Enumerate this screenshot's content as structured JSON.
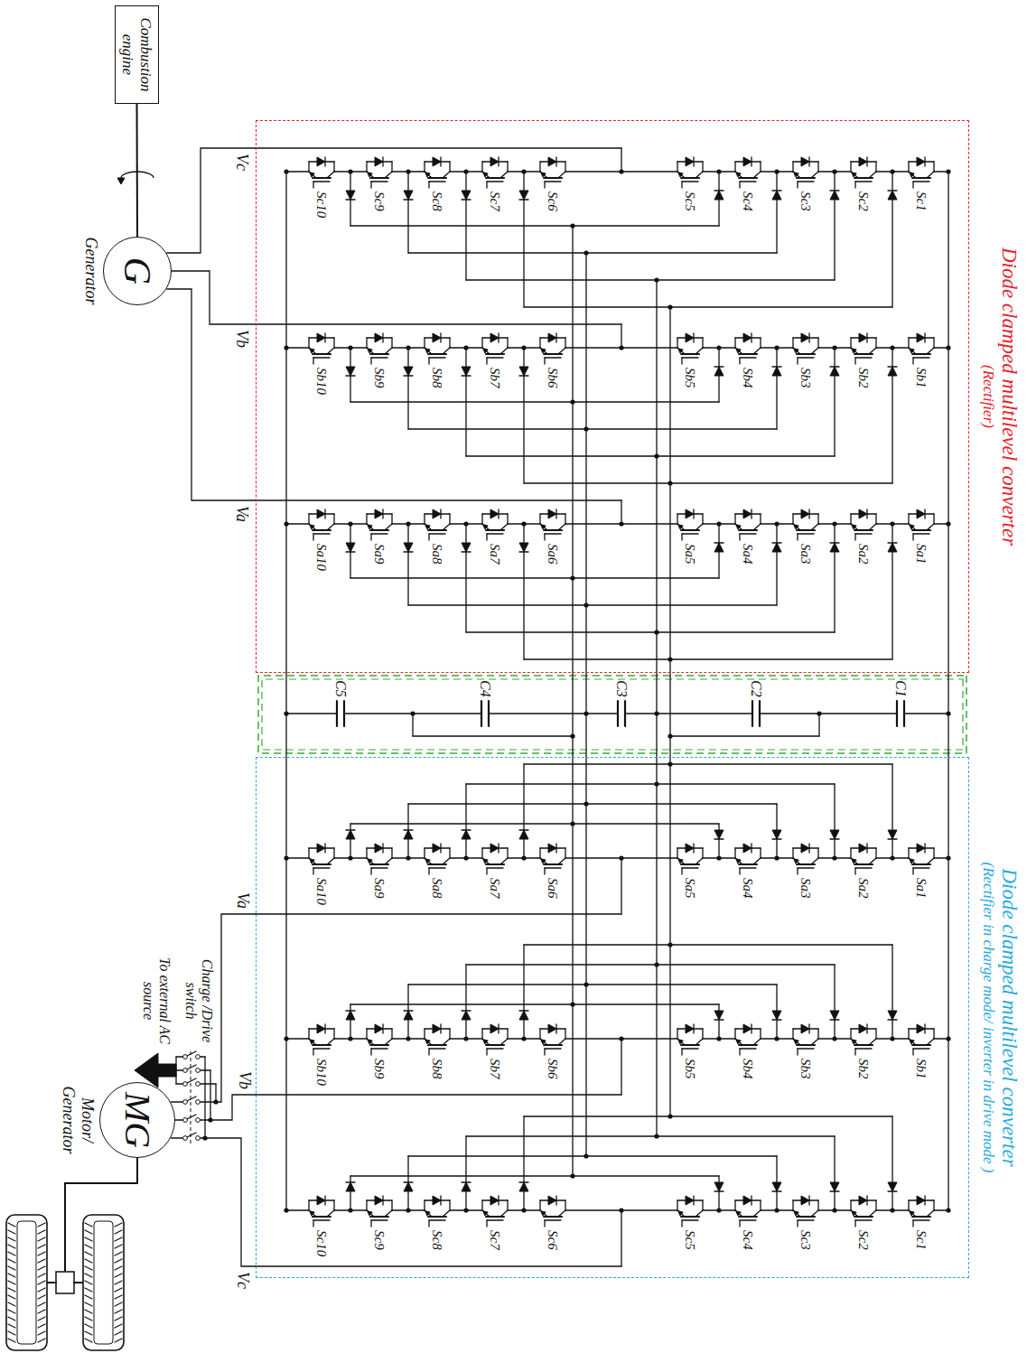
{
  "diagram": {
    "nodes": [
      {
        "text": [
          "Combustion engine"
        ]
      },
      {
        "text": [
          "G",
          "Generator"
        ]
      },
      {
        "text": [
          "Diode clamped multilevel converter",
          "(Rectifier)"
        ]
      },
      {
        "text": [
          "Diode clamped multilevel converter",
          "(Rectifier in charge mode/ inverter in drive mode )"
        ]
      },
      {
        "text": [
          "MG",
          "Motor/ Generator"
        ]
      }
    ],
    "edges": [
      {
        "from": 0,
        "to": 1,
        "arrow": "none"
      },
      {
        "from": 1,
        "to": 2,
        "arrow": "none"
      },
      {
        "from": 1,
        "to": 2,
        "arrow": "none"
      },
      {
        "from": 1,
        "to": 2,
        "arrow": "none"
      },
      {
        "from": 3,
        "to": 4,
        "arrow": "none"
      },
      {
        "from": 3,
        "to": 4,
        "arrow": "none"
      },
      {
        "from": 3,
        "to": 4,
        "arrow": "none"
      }
    ],
    "labels": [
      "Sc1",
      "Sc2",
      "Sc3",
      "Sc4",
      "Sc5",
      "Sc6",
      "Sc7",
      "Sc8",
      "Sc9",
      "Sc10",
      "Sb1",
      "Sb2",
      "Sb3",
      "Sb4",
      "Sb5",
      "Sb6",
      "Sb7",
      "Sb8",
      "Sb9",
      "Sb10",
      "Sa1",
      "Sa2",
      "Sa3",
      "Sa4",
      "Sa5",
      "Sa6",
      "Sa7",
      "Sa8",
      "Sa9",
      "Sa10",
      "Vc",
      "Vb",
      "Va",
      "C1",
      "C2",
      "C3",
      "C4",
      "C5",
      "Sa1",
      "Sa2",
      "Sa3",
      "Sa4",
      "Sa5",
      "Sa6",
      "Sa7",
      "Sa8",
      "Sa9",
      "Sa10",
      "Sb1",
      "Sb2",
      "Sb3",
      "Sb4",
      "Sb5",
      "Sb6",
      "Sb7",
      "Sb8",
      "Sb9",
      "Sb10",
      "Sc1",
      "Sc2",
      "Sc3",
      "Sc4",
      "Sc5",
      "Sc6",
      "Sc7",
      "Sc8",
      "Sc9",
      "Sc10",
      "Va",
      "Vb",
      "Vc",
      "Charge /Drive switch",
      "To external AC source"
    ]
  }
}
